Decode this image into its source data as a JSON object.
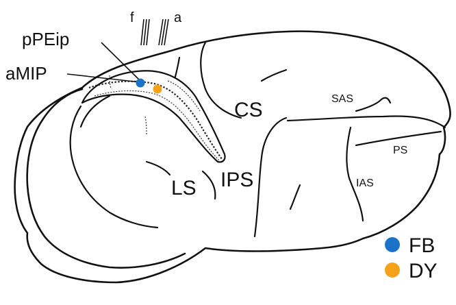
{
  "labels": {
    "f": "f",
    "a": "a",
    "ppeip": "pPEip",
    "amip": "aMIP",
    "cs": "CS",
    "ips": "IPS",
    "ls": "LS",
    "sas": "SAS",
    "ps": "PS",
    "ias": "IAS"
  },
  "legend": [
    {
      "label": "FB",
      "color": "#1a73c9"
    },
    {
      "label": "DY",
      "color": "#f5a21a"
    }
  ],
  "injection_sites": [
    {
      "tracer": "FB",
      "color": "#1a73c9"
    },
    {
      "tracer": "DY",
      "color": "#f5a21a"
    }
  ],
  "colors": {
    "line": "#111111",
    "background": "#ffffff"
  }
}
